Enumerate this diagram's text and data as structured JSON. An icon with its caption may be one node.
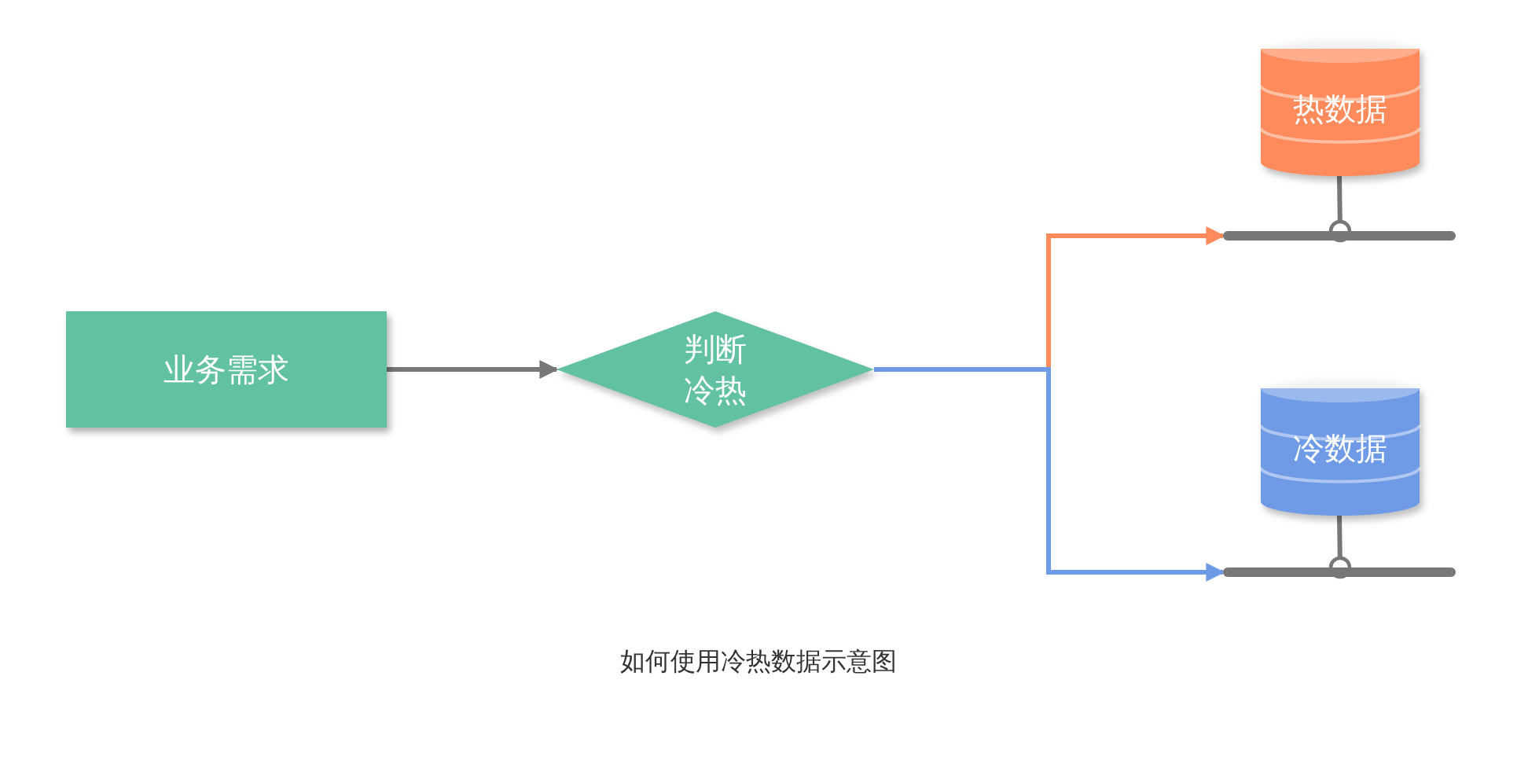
{
  "diagram": {
    "caption": "如何使用冷热数据示意图",
    "nodes": [
      {
        "text": [
          "业务需求"
        ]
      },
      {
        "text": [
          "判断冷热"
        ]
      },
      {
        "text": [
          "热数据"
        ]
      },
      {
        "text": [
          "冷数据"
        ]
      },
      {
        "text": [],
        "shape": "bar"
      },
      {
        "text": [],
        "shape": "bar"
      }
    ],
    "edges": [
      {
        "from": 0,
        "to": 1,
        "arrow": "to"
      },
      {
        "from": 1,
        "to": 4,
        "arrow": "to",
        "color": "#ff8a5c"
      },
      {
        "from": 1,
        "to": 5,
        "arrow": "to",
        "color": "#6f9be6"
      },
      {
        "from": 2,
        "to": 4,
        "arrow": "other"
      },
      {
        "from": 3,
        "to": 5,
        "arrow": "other"
      }
    ]
  }
}
